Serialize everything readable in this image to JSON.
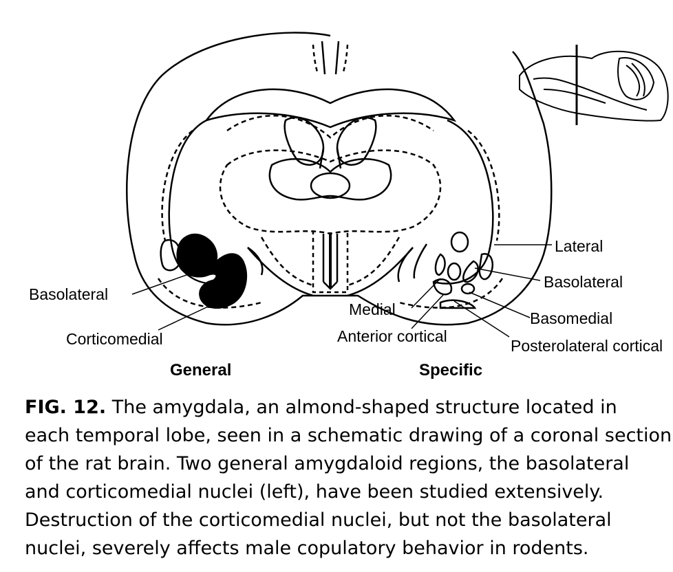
{
  "labels": {
    "left": {
      "basolateral": "Basolateral",
      "corticomedial": "Corticomedial"
    },
    "right": {
      "lateral": "Lateral",
      "basolateral": "Basolateral",
      "basomedial": "Basomedial",
      "medial": "Medial",
      "anterior_cortical": "Anterior cortical",
      "posterolateral_cortical": "Posterolateral cortical"
    },
    "general": "General",
    "specific": "Specific"
  },
  "caption": {
    "fig_label": "FIG. 12.",
    "lines": [
      " The amygdala, an almond-shaped structure located in",
      "each temporal lobe, seen in a schematic drawing of a coronal section",
      "of the rat brain. Two general amygdaloid regions, the basolateral",
      "and corticomedial nuclei (left), have been studied extensively.",
      "Destruction of the corticomedial nuclei, but not the basolateral",
      "nuclei, severely affects male copulatory behavior in rodents."
    ]
  }
}
